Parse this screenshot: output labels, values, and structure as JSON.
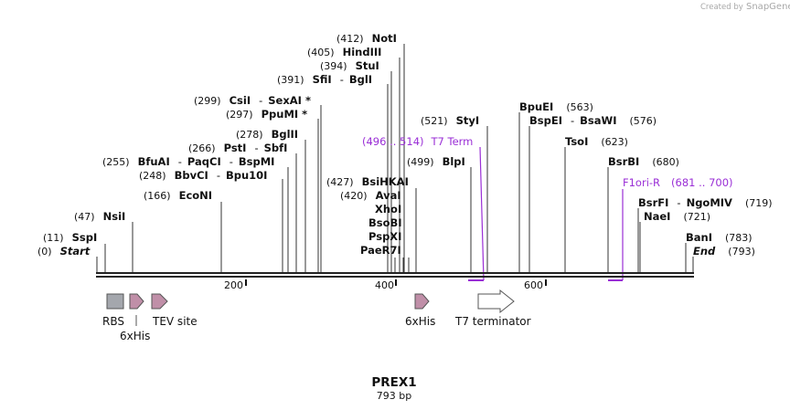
{
  "credit": {
    "prefix": "Created by",
    "brand": "SnapGene"
  },
  "title": "PREX1",
  "subtitle": "793 bp",
  "ticks": [
    "200",
    "400",
    "600"
  ],
  "enzymes": [
    {
      "pos": "(0)",
      "name": "Start",
      "italic": true
    },
    {
      "pos": "(11)",
      "name": "SspI"
    },
    {
      "pos": "(47)",
      "name": "NsiI"
    },
    {
      "pos": "(166)",
      "name": "EcoNI"
    },
    {
      "pos": "(248)",
      "name": "BbvCI",
      "sep": "-",
      "name2": "Bpu10I"
    },
    {
      "pos": "(255)",
      "name": "BfuAI",
      "sep": "-",
      "name2": "PaqCI",
      "sep2": "-",
      "name3": "BspMI"
    },
    {
      "pos": "(266)",
      "name": "PstI",
      "sep": "-",
      "name2": "SbfI"
    },
    {
      "pos": "(278)",
      "name": "BglII"
    },
    {
      "pos": "(297)",
      "name": "PpuMI *"
    },
    {
      "pos": "(299)",
      "name": "CsiI",
      "sep": "-",
      "name2": "SexAI *"
    },
    {
      "pos": "(391)",
      "name": "SfiI",
      "sep": "-",
      "name2": "BglI"
    },
    {
      "pos": "(394)",
      "name": "StuI"
    },
    {
      "pos": "(405)",
      "name": "HindIII"
    },
    {
      "pos": "(412)",
      "name": "NotI"
    },
    {
      "pos": "(427)",
      "name": "BsiHKAI"
    },
    {
      "pos": "(420)",
      "name": "AvaI"
    },
    {
      "name": "XhoI"
    },
    {
      "name": "BsoBI"
    },
    {
      "name": "PspXI"
    },
    {
      "name": "PaeR7I"
    },
    {
      "pos": "(499)",
      "name": "BlpI"
    },
    {
      "pos": "(521)",
      "name": "StyI"
    },
    {
      "pos": "(563)",
      "name": "BpuEI"
    },
    {
      "pos": "(576)",
      "name": "BspEI",
      "sep": "-",
      "name2": "BsaWI"
    },
    {
      "pos": "(623)",
      "name": "TsoI"
    },
    {
      "pos": "(680)",
      "name": "BsrBI"
    },
    {
      "pos": "(719)",
      "name": "BsrFI",
      "sep": "-",
      "name2": "NgoMIV"
    },
    {
      "pos": "(721)",
      "name": "NaeI"
    },
    {
      "pos": "(783)",
      "name": "BanI"
    },
    {
      "pos": "(793)",
      "name": "End",
      "italic": true
    }
  ],
  "primers": [
    {
      "range": "(496 .. 514)",
      "name": "T7 Term"
    },
    {
      "name": "F1ori-R",
      "range": "(681 .. 700)"
    }
  ],
  "features": [
    {
      "name": "RBS"
    },
    {
      "name": "6xHis"
    },
    {
      "name": "TEV site"
    },
    {
      "name": "6xHis"
    },
    {
      "name": "T7 terminator"
    }
  ],
  "colors": {
    "primer": "#9a2fd6",
    "feature_pink": "#c08fa8",
    "feature_gray": "#a4a7ad",
    "backbone": "#222222"
  }
}
